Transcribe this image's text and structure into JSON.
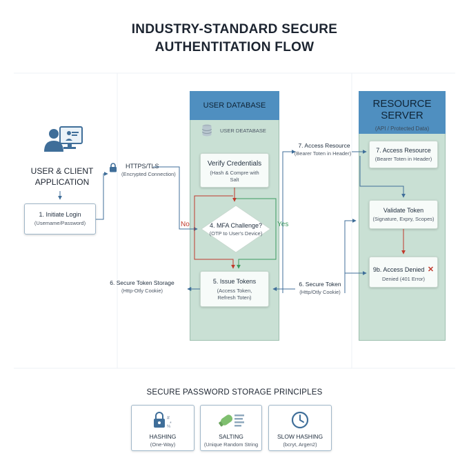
{
  "title": {
    "line1": "INDUSTRY-STANDARD SECURE",
    "line2": "AUTHENTITATION FLOW"
  },
  "client": {
    "name_line1": "USER & CLIENT",
    "name_line2": "APPLICATION",
    "icon": "user-computer-icon",
    "step1_title": "1. Initiate Login",
    "step1_sub": "(Usemame/Password)"
  },
  "connection": {
    "title": "HTTPS/TLS",
    "sub": "(Encrypted Connection)",
    "icon": "lock-icon"
  },
  "database": {
    "header": "USER DATABASE",
    "db_label": "USER DEATABASE",
    "icon": "database-icon",
    "verify_title": "Verify Credentials",
    "verify_sub1": "(Hash & Compre with",
    "verify_sub2": "Salt",
    "mfa_title": "4. MFA Challenge?",
    "mfa_sub": "(OTP to User's Device)",
    "no_label": "No",
    "yes_label": "Yes",
    "tokens_title": "5. Issue Tokens",
    "tokens_sub1": "(Access Token,",
    "tokens_sub2": "Refresh Toten)"
  },
  "storage_left": {
    "title": "6. Secure Token Storage",
    "sub": "(Http-Otly Cookie)"
  },
  "storage_right": {
    "title": "6. Secure Token",
    "sub": "(Http/Otly Cookie)"
  },
  "access_label": {
    "title": "7. Access Resource",
    "sub": "(Bearer Toten in Header)"
  },
  "resource": {
    "header_line1": "RESOURCE",
    "header_line2": "SERVER",
    "header_sub": "(API / Protected Data)",
    "access_title": "7. Access Resource",
    "access_sub": "(Bearer Toten in Header)",
    "validate_title": "Validate Token",
    "validate_sub": "(Signature, Expry, Scopes)",
    "denied_title": "9b. Access Denied",
    "denied_sub": "Denied (401 Error)",
    "denied_icon": "x-icon"
  },
  "principles": {
    "heading": "SECURE PASSWORD STORAGE PRINCIPLES",
    "items": [
      {
        "title": "HASHING",
        "sub": "(One-Way)",
        "icon": "lock-hash-icon"
      },
      {
        "title": "SALTING",
        "sub": "(Unique Random String",
        "icon": "salt-shaker-icon"
      },
      {
        "title": "SLOW HASHING",
        "sub": "(bcryt, Argen2)",
        "icon": "clock-icon"
      }
    ]
  },
  "colors": {
    "lane_fill": "#c9e0d4",
    "lane_header": "#4f8fc0",
    "arrow_blue": "#3f6e99",
    "arrow_red": "#c0392b",
    "arrow_green": "#3c9a5f"
  }
}
